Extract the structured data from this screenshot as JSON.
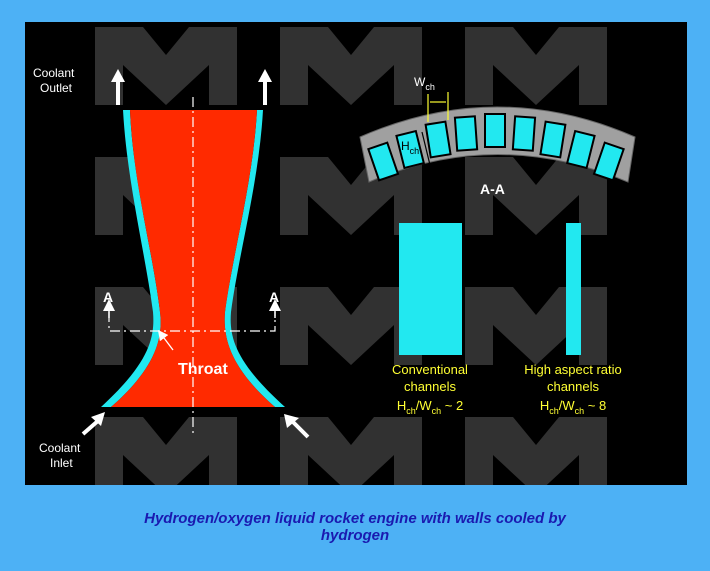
{
  "labels": {
    "coolant_outlet_line1": "Coolant",
    "coolant_outlet_line2": "Outlet",
    "coolant_inlet_line1": "Coolant",
    "coolant_inlet_line2": "Inlet",
    "throat": "Throat",
    "section_marker": "A",
    "section_title": "A-A",
    "channel_width": "W",
    "channel_width_sub": "ch",
    "channel_height": "H",
    "channel_height_sub": "ch"
  },
  "conventional": {
    "line1": "Conventional",
    "line2": "channels",
    "ratio_h": "H",
    "ratio_h_sub": "ch",
    "ratio_sep": "/W",
    "ratio_w_sub": "ch",
    "ratio_val": " ~ 2"
  },
  "high_aspect": {
    "line1": "High aspect ratio",
    "line2": "channels",
    "ratio_h": "H",
    "ratio_h_sub": "ch",
    "ratio_sep": "/W",
    "ratio_w_sub": "ch",
    "ratio_val": " ~ 8"
  },
  "caption": {
    "line1": "Hydrogen/oxygen liquid rocket engine with walls cooled by",
    "line2": "hydrogen"
  },
  "colors": {
    "background": "#4db1f5",
    "panel": "#000000",
    "nozzle": "#ff2a00",
    "coolant": "#22e8f0",
    "ring": "#a0a0a0",
    "yellow_text": "#ffff33",
    "caption": "#1a1ab0"
  }
}
